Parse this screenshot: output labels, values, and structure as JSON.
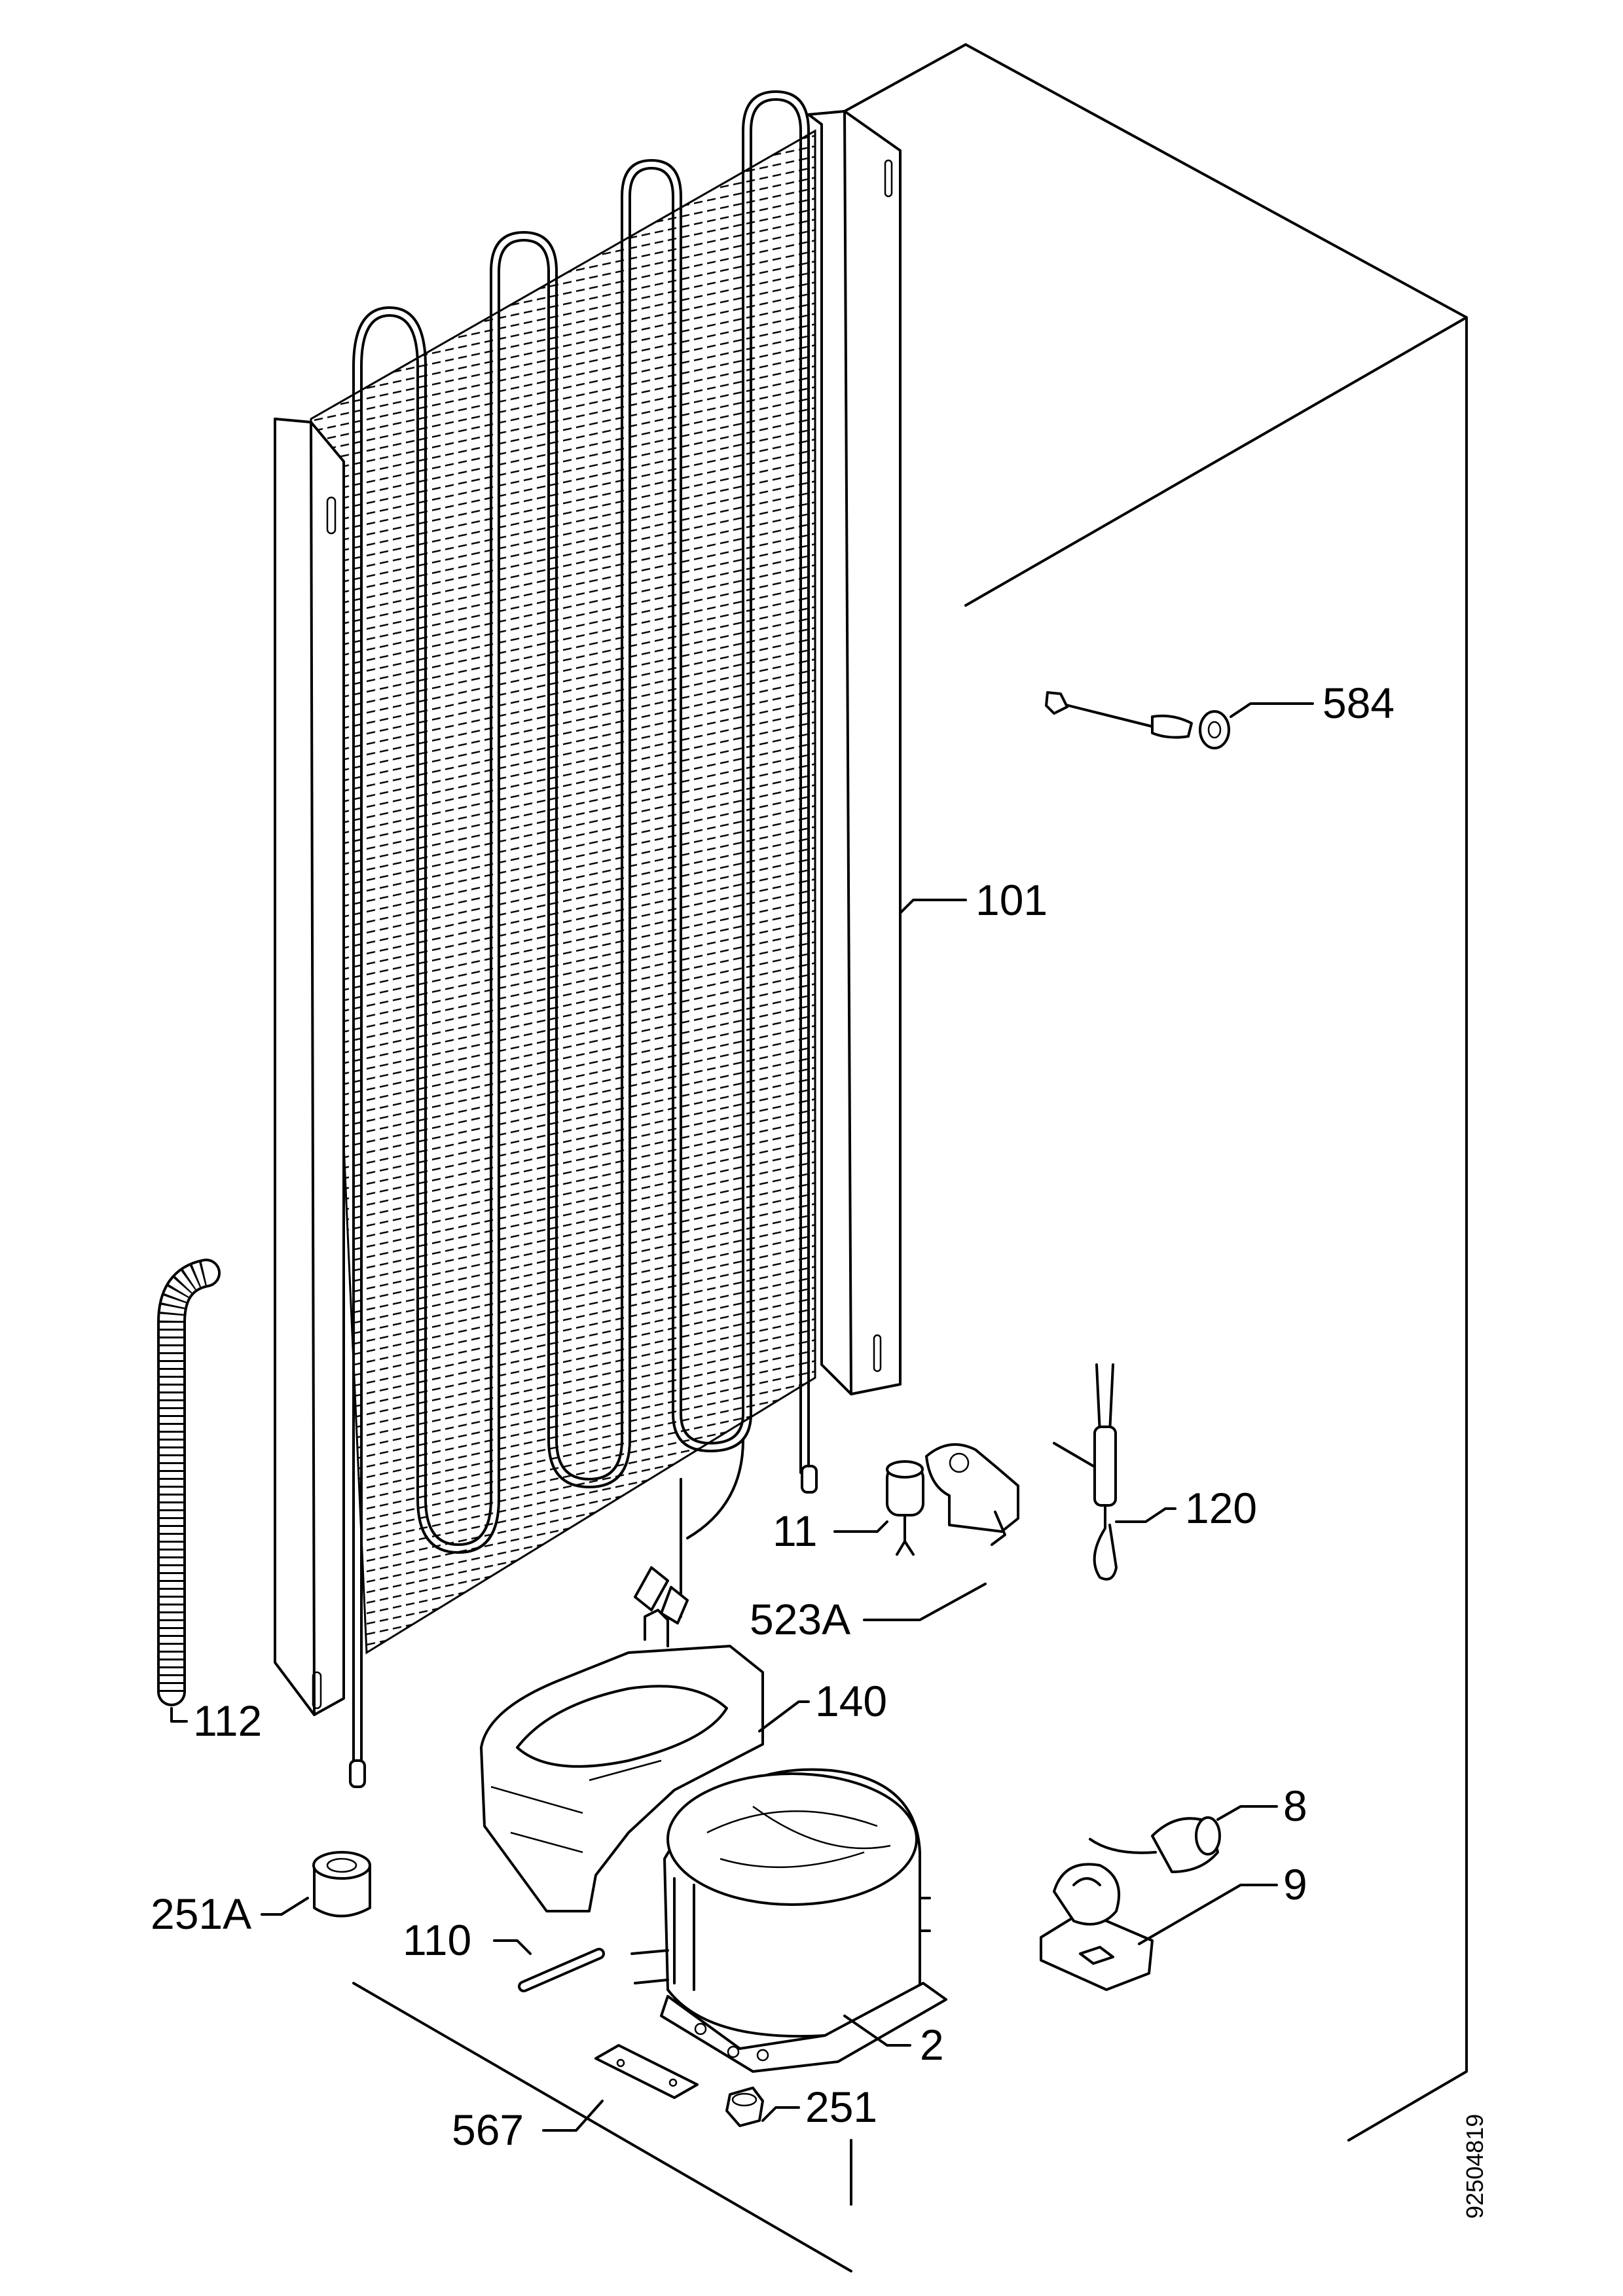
{
  "document_number": "92504819",
  "callouts": [
    {
      "id": "584",
      "label": "584"
    },
    {
      "id": "101",
      "label": "101"
    },
    {
      "id": "120",
      "label": "120"
    },
    {
      "id": "11",
      "label": "11"
    },
    {
      "id": "523A",
      "label": "523A"
    },
    {
      "id": "140",
      "label": "140"
    },
    {
      "id": "112",
      "label": "112"
    },
    {
      "id": "8",
      "label": "8"
    },
    {
      "id": "9",
      "label": "9"
    },
    {
      "id": "251A",
      "label": "251A"
    },
    {
      "id": "110",
      "label": "110"
    },
    {
      "id": "2",
      "label": "2"
    },
    {
      "id": "567",
      "label": "567"
    },
    {
      "id": "251",
      "label": "251"
    }
  ]
}
